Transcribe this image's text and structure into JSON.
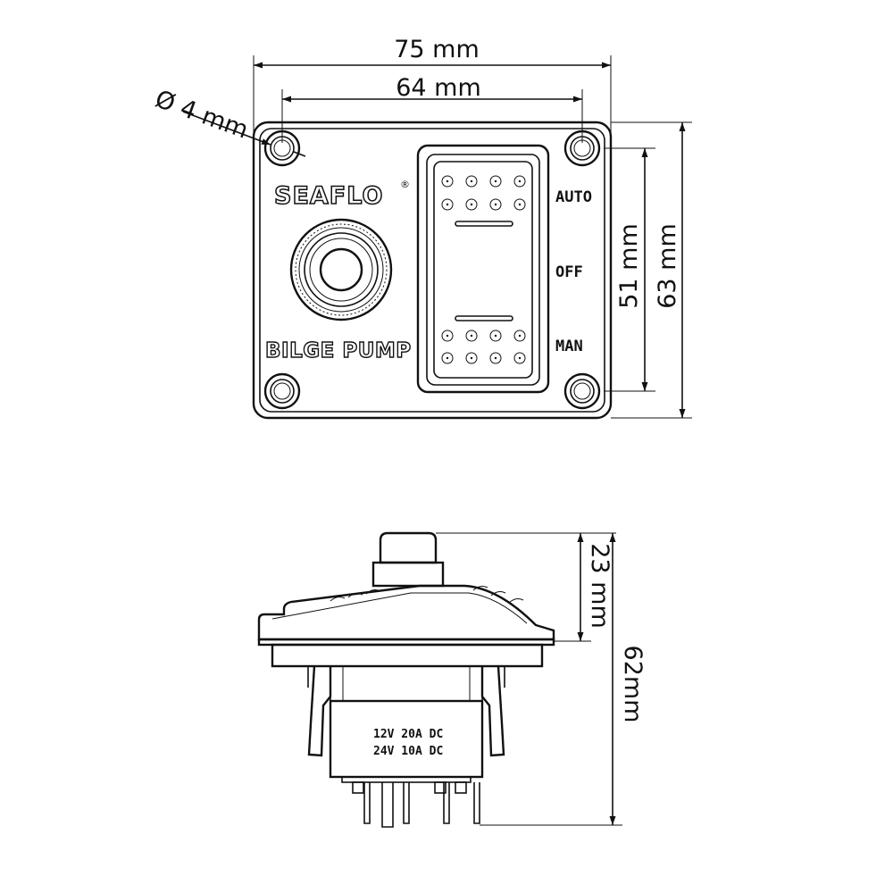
{
  "front_view": {
    "width_outer_label": "75 mm",
    "width_holes_label": "64 mm",
    "hole_diameter_label": "Ø 4 mm",
    "height_holes_label": "51 mm",
    "height_outer_label": "63 mm",
    "brand": "SEAFLO",
    "brand_mark": "®",
    "product_label": "BILGE PUMP",
    "switch_positions": [
      "AUTO",
      "OFF",
      "MAN"
    ]
  },
  "side_view": {
    "cap_height_label": "23 mm",
    "total_height_label": "62mm",
    "rating_line_1": "12V  20A  DC",
    "rating_line_2": "24V  10A  DC"
  }
}
